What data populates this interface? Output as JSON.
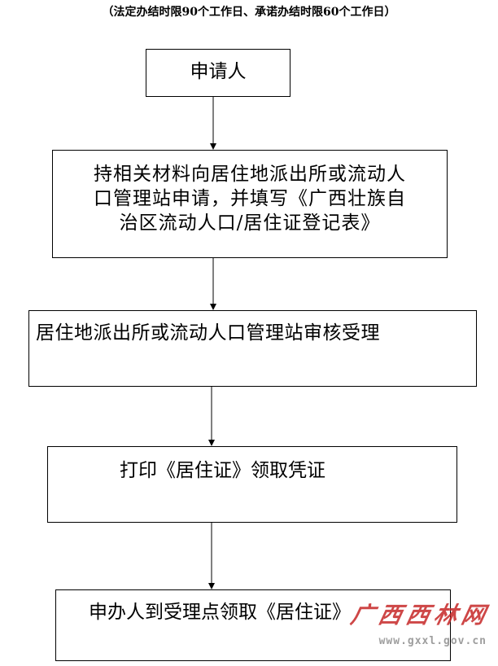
{
  "header": "（法定办结时限90个工作日、承诺办结时限60个工作日）",
  "steps": [
    {
      "lines": [
        "申请人"
      ]
    },
    {
      "lines": [
        "持相关材料向居住地派出所或流动人",
        "口管理站申请，并填写《广西壮族自",
        "治区流动人口/居住证登记表》"
      ]
    },
    {
      "lines": [
        "居住地派出所或流动人口管理站审核受理"
      ]
    },
    {
      "lines": [
        "打印《居住证》领取凭证"
      ]
    },
    {
      "lines": [
        "申办人到受理点领取《居住证》"
      ]
    }
  ],
  "watermark": {
    "name": "广西西林网",
    "url": "www.gxxl.gov.cn",
    "color": "#c62828"
  }
}
